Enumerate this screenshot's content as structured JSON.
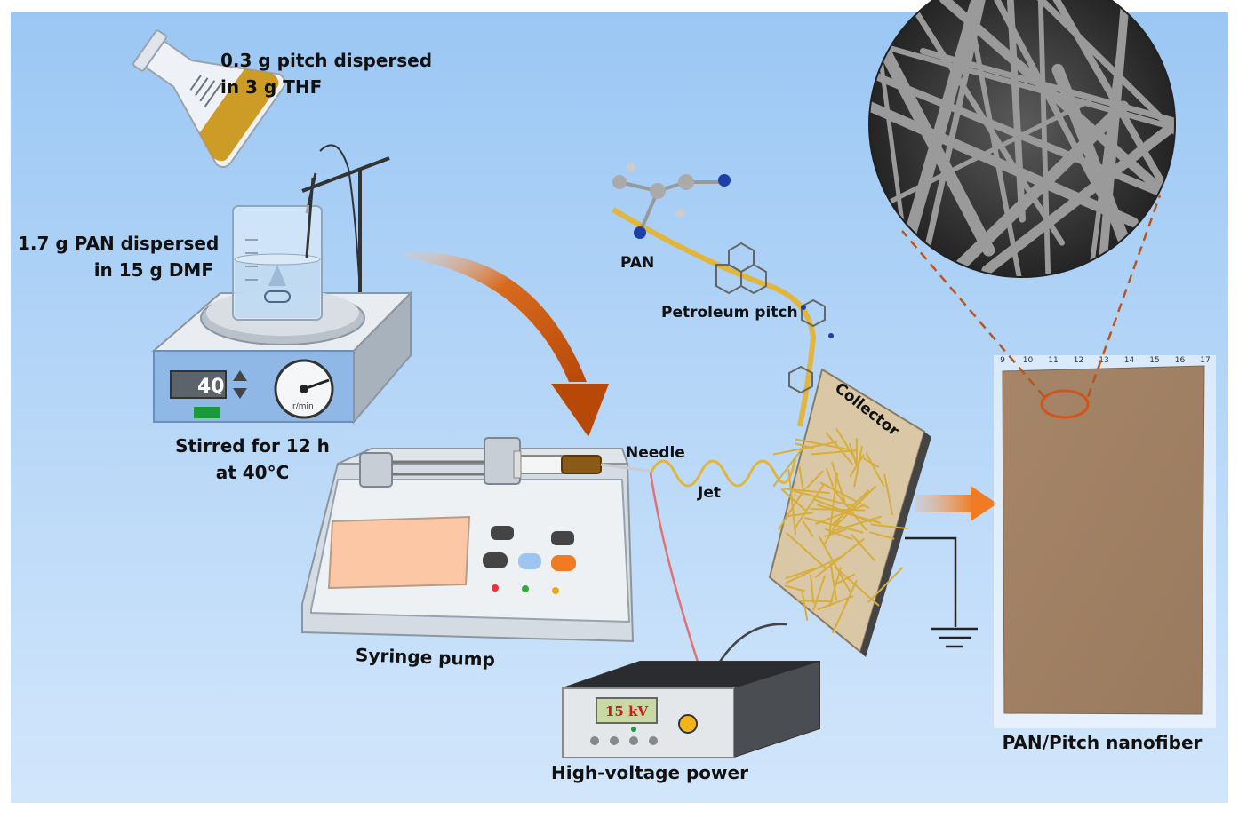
{
  "labels": {
    "pitch_line1": "0.3 g pitch dispersed",
    "pitch_line2": "in 3 g THF",
    "pan_line1": "1.7 g PAN dispersed",
    "pan_line2": "in 15 g DMF",
    "stir_line1": "Stirred for 12 h",
    "stir_line2": "at 40°C",
    "syringe_pump": "Syringe pump",
    "high_voltage": "High-voltage power",
    "needle": "Needle",
    "jet": "Jet",
    "collector": "Collector",
    "pan_molecule": "PAN",
    "petroleum_pitch": "Petroleum pitch",
    "product": "PAN/Pitch nanofiber"
  },
  "hotplate": {
    "temp_value": "40",
    "temp_unit": "°C",
    "dial_unit": "r/min"
  },
  "power_supply": {
    "display": "15 kV"
  },
  "ruler": {
    "ticks": [
      "9",
      "10",
      "11",
      "12",
      "13",
      "14",
      "15",
      "16",
      "17"
    ]
  },
  "colors": {
    "bg_top": "#9ec9f5",
    "bg_bottom": "#cfe5fb",
    "arrow_orange": "#c8570f",
    "fiber_yellow": "#e2b53c",
    "sheet_brown": "#a6866a",
    "dashed_line": "#b8561e",
    "hv_display": "#c9d9a6",
    "hv_text": "#cc1a1a",
    "pump_screen": "#fbc7a4"
  },
  "icons": {
    "flask": "erlenmeyer-flask-icon",
    "beaker": "beaker-icon",
    "hotplate": "magnetic-stirrer-icon",
    "syringe_pump": "syringe-pump-icon",
    "power": "power-supply-icon",
    "ground": "ground-symbol-icon",
    "sem": "sem-micrograph-icon",
    "transfer_arrow": "curved-arrow-icon"
  }
}
